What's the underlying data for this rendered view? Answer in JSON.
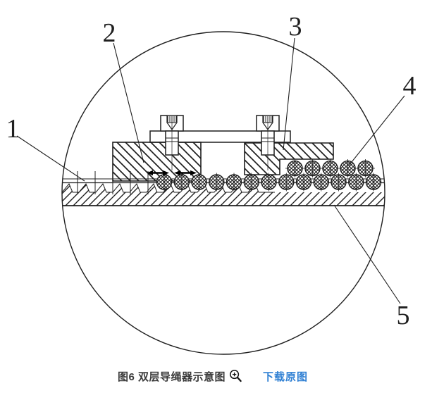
{
  "figure": {
    "labels": {
      "l1": "1",
      "l2": "2",
      "l3": "3",
      "l4": "4",
      "l5": "5"
    }
  },
  "caption": {
    "title": "图6 双层导绳器示意图",
    "download_link": "下载原图",
    "zoom_icon": "magnifier-plus-icon"
  },
  "colors": {
    "ink": "#1f1f1f",
    "link_blue": "#2e7fd3",
    "caption_gray": "#3a3a3a",
    "background": "#ffffff"
  }
}
